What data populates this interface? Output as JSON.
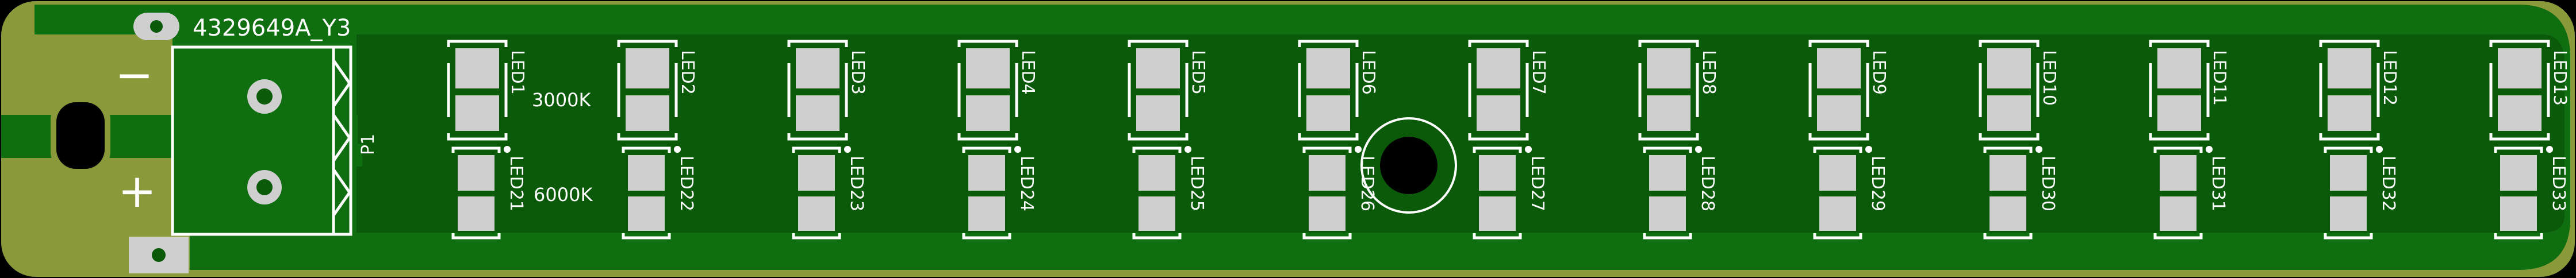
{
  "board": {
    "part_number": "4329649A_Y3",
    "connector_ref": "P1",
    "minus_sign": "−",
    "plus_sign": "+",
    "label_cct_top": "3000K",
    "label_cct_bottom": "6000K",
    "colors": {
      "background": "#000000",
      "substrate": "#8a9a3a",
      "copper": "#0f6e0f",
      "copper_dark": "#0a5a0a",
      "pad": "#cfcfcf",
      "silkscreen": "#ffffff",
      "hole": "#000000"
    }
  },
  "top_row_leds": [
    "LED1",
    "LED2",
    "LED3",
    "LED4",
    "LED5",
    "LED6",
    "LED7",
    "LED8",
    "LED9",
    "LED10",
    "LED11",
    "LED12",
    "LED13"
  ],
  "bottom_row_leds": [
    "LED21",
    "LED22",
    "LED23",
    "LED24",
    "LED25",
    "LED26",
    "LED27",
    "LED28",
    "LED29",
    "LED30",
    "LED31",
    "LED32",
    "LED33"
  ]
}
